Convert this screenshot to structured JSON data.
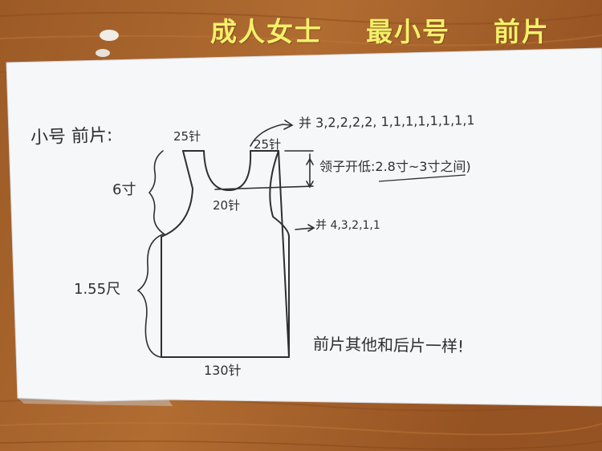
{
  "photo_title": "成人女士    最小号    前片",
  "sketch": {
    "title": "小号 前片:",
    "shoulder_left": "25针",
    "shoulder_right": "25针",
    "neck_width": "20针",
    "upper_height": "6寸",
    "lower_height": "1.55尺",
    "bottom_width": "130针",
    "neck_decrease": "并 3,2,2,2,2, 1,1,1,1,1,1,1,1",
    "neck_depth": "领子开低:2.8寸~3寸之间)",
    "armhole_decrease": "并 4,3,2,1,1",
    "note": "前片其他和后片一样!"
  },
  "colors": {
    "wood": "#a0602a",
    "paper": "#f6f7f9",
    "ink": "#2f2f33",
    "title_text": "#f4f06a"
  }
}
